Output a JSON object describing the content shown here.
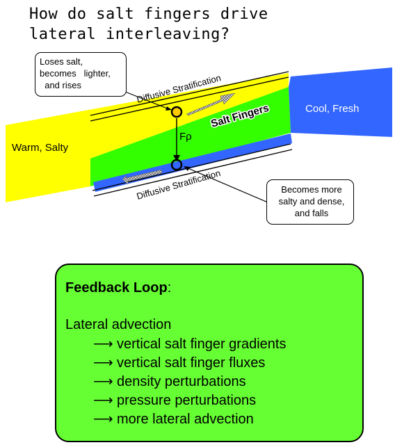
{
  "title": {
    "line1": "How do salt fingers drive",
    "line2": "lateral interleaving?"
  },
  "diagram": {
    "left_water_label": "Warm, Salty",
    "right_water_label": "Cool, Fresh",
    "salt_fingers_label": "Salt Fingers",
    "upper_stratification_label": "Diffusive Stratification",
    "lower_stratification_label": "Diffusive Stratification",
    "density_ratio_label": "Fρ",
    "upper_callout": [
      "Loses salt,",
      "becomes   lighter,",
      "  and rises"
    ],
    "lower_callout": [
      "Becomes more",
      "salty and dense,",
      "and falls"
    ],
    "colors": {
      "warm_salty": "#ffff00",
      "cool_fresh": "#3366ff",
      "salt_fingers": "#33ff00",
      "parcel_outline": "#000000",
      "upper_parcel_fill": "#ffcc00",
      "feedback_box": "#66ff33"
    }
  },
  "feedback": {
    "title_bold": "Feedback Loop",
    "title_suffix": ":",
    "lead": "Lateral advection",
    "arrow_glyph": "⟶",
    "items": [
      "vertical salt finger gradients",
      "vertical salt finger fluxes",
      "density perturbations",
      "pressure perturbations",
      "more lateral advection"
    ]
  }
}
